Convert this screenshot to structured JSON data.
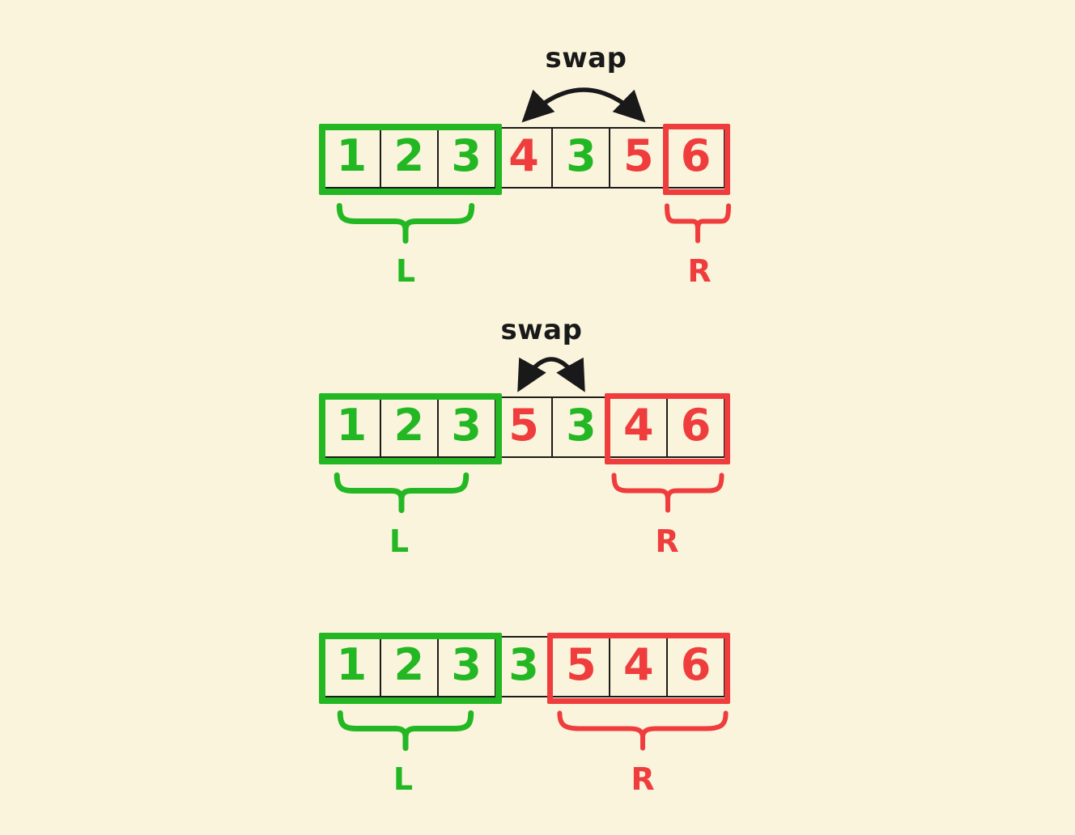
{
  "diagram": {
    "title_hint": "two-pointer partition swap steps",
    "background": "#fbf4dd",
    "colors": {
      "green": "#23b823",
      "red": "#ef3d3d",
      "black": "#191919"
    },
    "rows": [
      {
        "name": "step-1",
        "swap_label": "swap",
        "cells": [
          {
            "value": "1",
            "color": "green"
          },
          {
            "value": "2",
            "color": "green"
          },
          {
            "value": "3",
            "color": "green"
          },
          {
            "value": "4",
            "color": "red"
          },
          {
            "value": "3",
            "color": "green"
          },
          {
            "value": "5",
            "color": "red"
          },
          {
            "value": "6",
            "color": "red"
          }
        ],
        "groups": [
          {
            "color": "green",
            "cell_range": "1-3"
          },
          {
            "color": "red",
            "cell_range": "7"
          }
        ],
        "left_label": "L",
        "right_label": "R"
      },
      {
        "name": "step-2",
        "swap_label": "swap",
        "cells": [
          {
            "value": "1",
            "color": "green"
          },
          {
            "value": "2",
            "color": "green"
          },
          {
            "value": "3",
            "color": "green"
          },
          {
            "value": "5",
            "color": "red"
          },
          {
            "value": "3",
            "color": "green"
          },
          {
            "value": "4",
            "color": "red"
          },
          {
            "value": "6",
            "color": "red"
          }
        ],
        "groups": [
          {
            "color": "green",
            "cell_range": "1-3"
          },
          {
            "color": "red",
            "cell_range": "6-7"
          }
        ],
        "left_label": "L",
        "right_label": "R"
      },
      {
        "name": "step-3",
        "swap_label": "",
        "cells": [
          {
            "value": "1",
            "color": "green"
          },
          {
            "value": "2",
            "color": "green"
          },
          {
            "value": "3",
            "color": "green"
          },
          {
            "value": "3",
            "color": "green"
          },
          {
            "value": "5",
            "color": "red"
          },
          {
            "value": "4",
            "color": "red"
          },
          {
            "value": "6",
            "color": "red"
          }
        ],
        "groups": [
          {
            "color": "green",
            "cell_range": "1-3"
          },
          {
            "color": "red",
            "cell_range": "5-7"
          }
        ],
        "left_label": "L",
        "right_label": "R"
      }
    ]
  }
}
